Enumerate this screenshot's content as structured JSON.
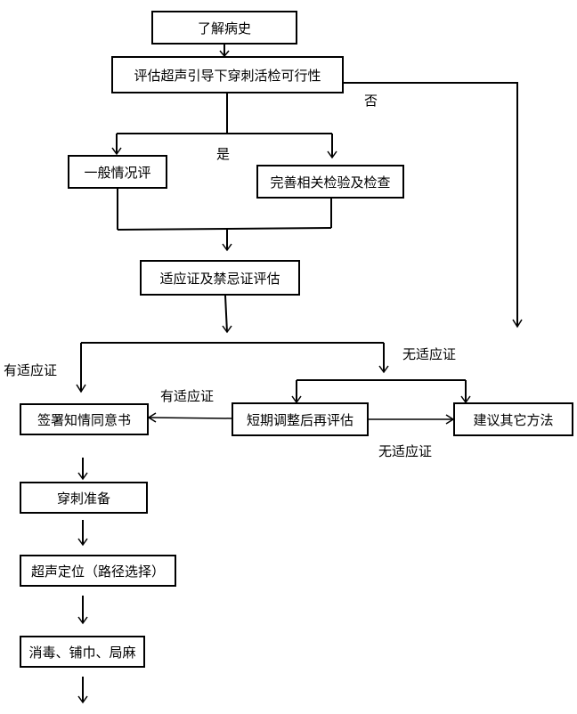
{
  "nodes": {
    "history": "了解病史",
    "feasibility": "评估超声引导下穿刺活检可行性",
    "general_eval": "一般情况评",
    "improve_tests": "完善相关检验及检查",
    "indication_eval": "适应证及禁忌证评估",
    "consent": "签署知情同意书",
    "reassess": "短期调整后再评估",
    "other_methods": "建议其它方法",
    "puncture_prep": "穿刺准备",
    "ultrasound_locate": "超声定位（路径选择）",
    "disinfect": "消毒、铺巾、局麻"
  },
  "labels": {
    "no": "否",
    "yes": "是",
    "has_indication_left": "有适应证",
    "no_indication_top": "无适应证",
    "has_indication_mid": "有适应证",
    "no_indication_bottom": "无适应证"
  }
}
